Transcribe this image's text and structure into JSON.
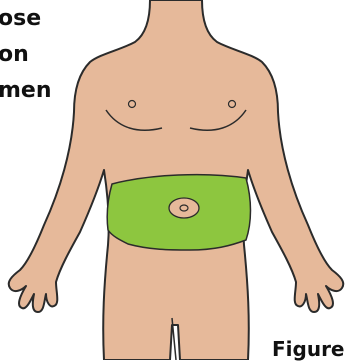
{
  "caption": {
    "line1": "ose",
    "line2": "on",
    "line3": "men"
  },
  "figure_label": "Figure",
  "colors": {
    "skin": "#E6B99A",
    "outline": "#2B2B2B",
    "injection_area": "#8DC63F"
  }
}
